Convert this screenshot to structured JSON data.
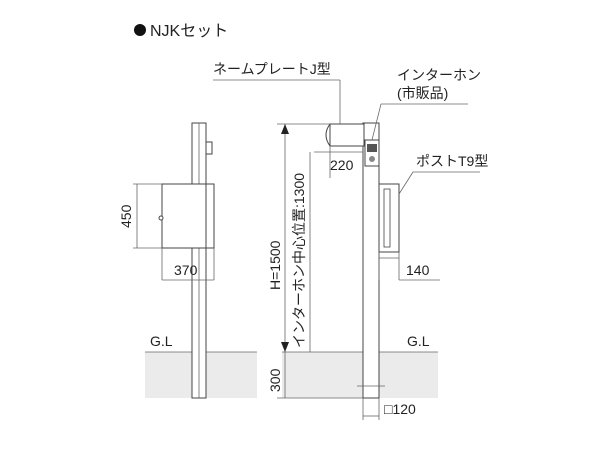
{
  "title": "NJKセット",
  "labels": {
    "nameplate": "ネームプレートJ型",
    "intercom_line1": "インターホン",
    "intercom_line2": "(市販品)",
    "post": "ポストT9型",
    "ground_left": "G.L",
    "ground_right": "G.L",
    "intercom_height": "インターホン中心位置:1300"
  },
  "dimensions": {
    "left_height": "450",
    "left_width": "370",
    "total_height": "H=1500",
    "intercom_offset": "220",
    "post_offset": "140",
    "burial_depth": "300",
    "pole_size": "□120"
  },
  "colors": {
    "ground_fill": "#ebebeb",
    "line": "#444444",
    "title_dot": "#111111"
  }
}
